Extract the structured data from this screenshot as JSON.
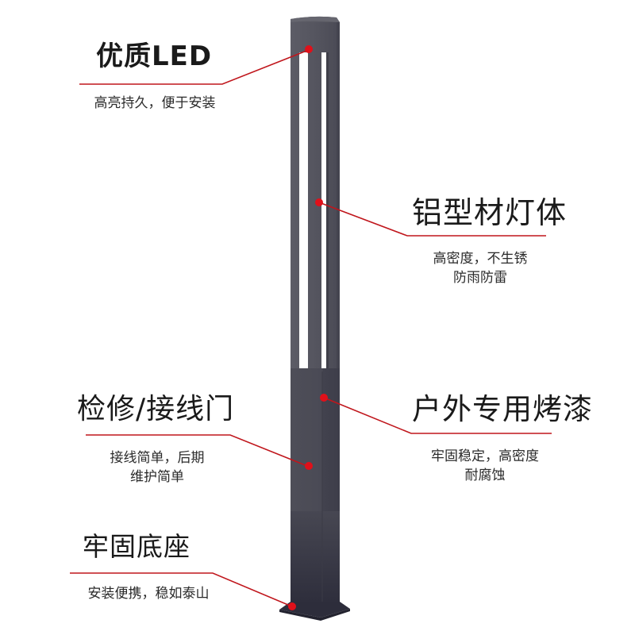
{
  "product": {
    "name": "aluminum-led-lawn-pole-light",
    "colors": {
      "pole_body": "#56565e",
      "pole_dark": "#3a3a44",
      "base": "#2f2f3d",
      "light_slot": "#ffffff",
      "callout_line": "#c0161c",
      "callout_dot": "#e0101a",
      "text": "#1a1a1a"
    }
  },
  "callouts": [
    {
      "id": "led",
      "title": "优质LED",
      "desc": [
        "高亮持久，便于安装"
      ]
    },
    {
      "id": "body",
      "title": "铝型材灯体",
      "desc": [
        "高密度，不生锈",
        "防雨防雷"
      ]
    },
    {
      "id": "door",
      "title": "检修/接线门",
      "desc": [
        "接线简单，后期",
        "维护简单"
      ]
    },
    {
      "id": "paint",
      "title": "户外专用烤漆",
      "desc": [
        "牢固稳定，高密度",
        "耐腐蚀"
      ]
    },
    {
      "id": "base",
      "title": "牢固底座",
      "desc": [
        "安装便携，稳如泰山"
      ]
    }
  ]
}
